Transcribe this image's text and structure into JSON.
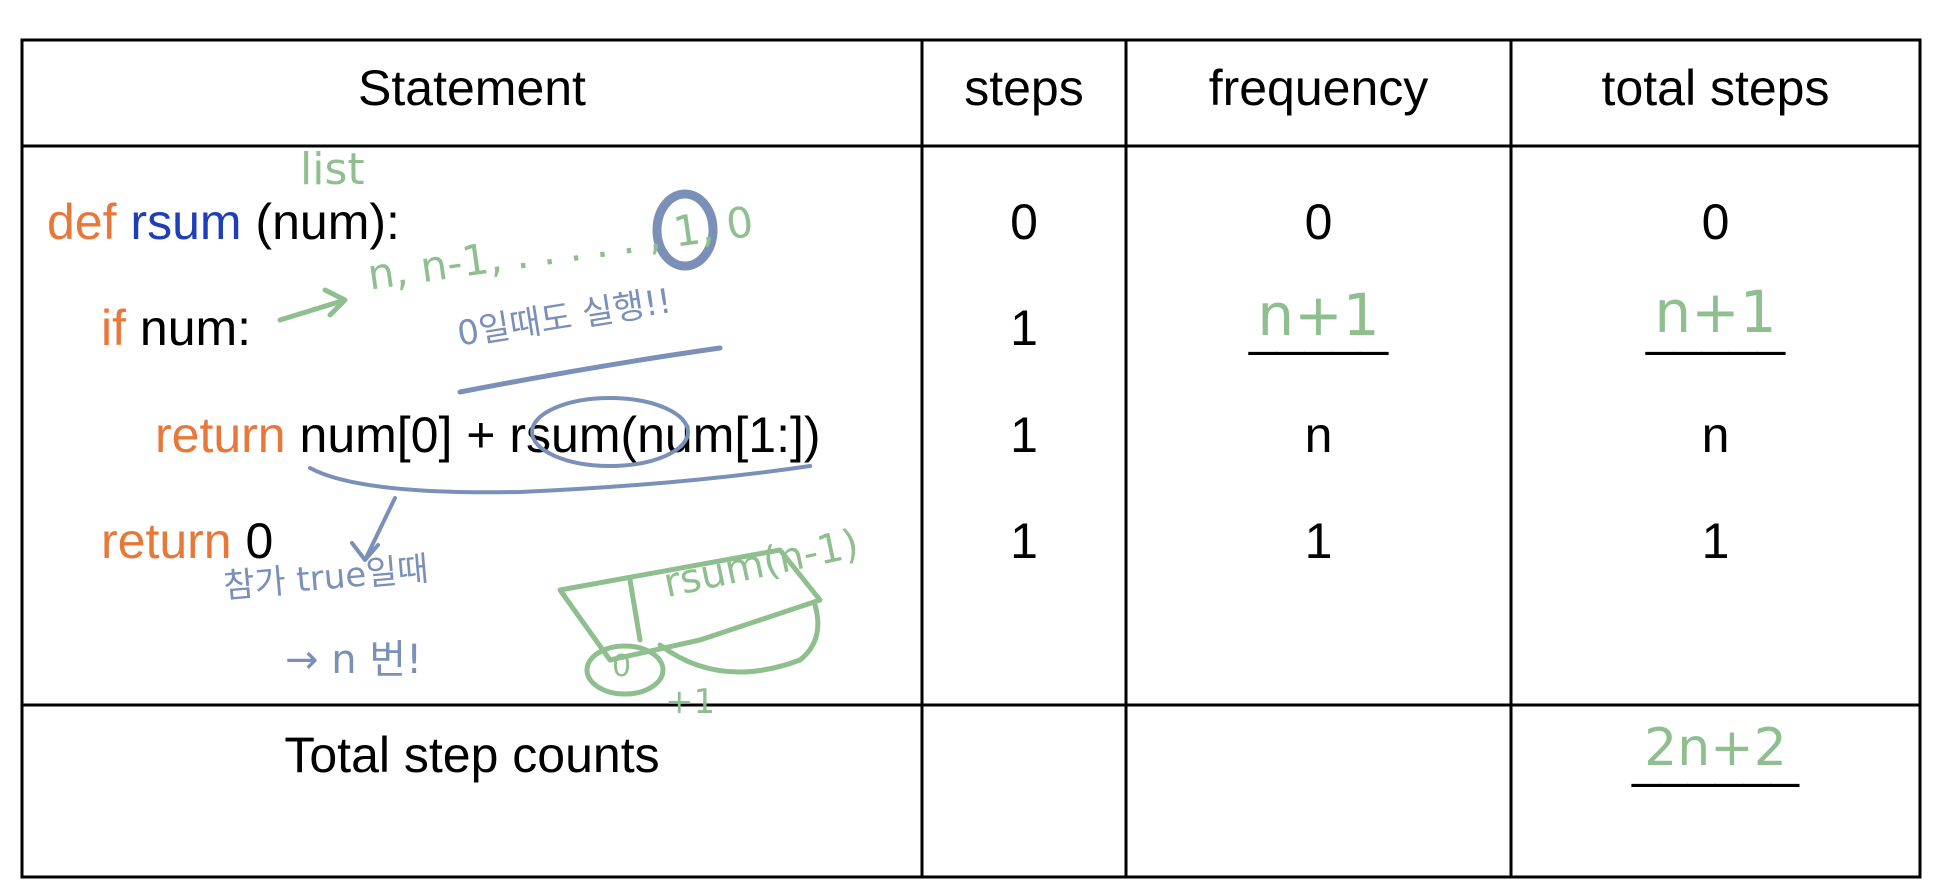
{
  "table": {
    "headers": [
      "Statement",
      "steps",
      "frequency",
      "total steps"
    ],
    "rows": [
      {
        "statement": {
          "kw": "def",
          "fn": "rsum",
          "rest": " (num):"
        },
        "steps": "0",
        "frequency": "0",
        "total": "0"
      },
      {
        "statement": {
          "kw": "if",
          "rest": " num:"
        },
        "steps": "1",
        "frequency": "_____",
        "total": "_____"
      },
      {
        "statement": {
          "kw": "return",
          "rest": " num[0] + rsum(num[1:])"
        },
        "steps": "1",
        "frequency": "n",
        "total": "n"
      },
      {
        "statement": {
          "kw": "return",
          "rest": " 0"
        },
        "steps": "1",
        "frequency": "1",
        "total": "1"
      }
    ],
    "footer": {
      "label": "Total step counts",
      "total": "______"
    }
  },
  "annotations": {
    "list_note": "list",
    "sequence_note": "n, n-1, . . . . . , 1, 0",
    "korean_note_1": "0일때도 실행!!",
    "freq_answer": "n+1",
    "total_answer": "n+1",
    "korean_note_2": "참가 true일때",
    "korean_note_3": "→ n 번!",
    "recursion_note": "rsum(n-1)",
    "zero_note": "0",
    "plus_one_note": "+1",
    "total_sum_answer": "2n+2"
  },
  "colors": {
    "keyword": "#e8783a",
    "function_name": "#1f3fb8",
    "ink_green": "#8fbf8f",
    "ink_blue": "#7a90b8"
  }
}
